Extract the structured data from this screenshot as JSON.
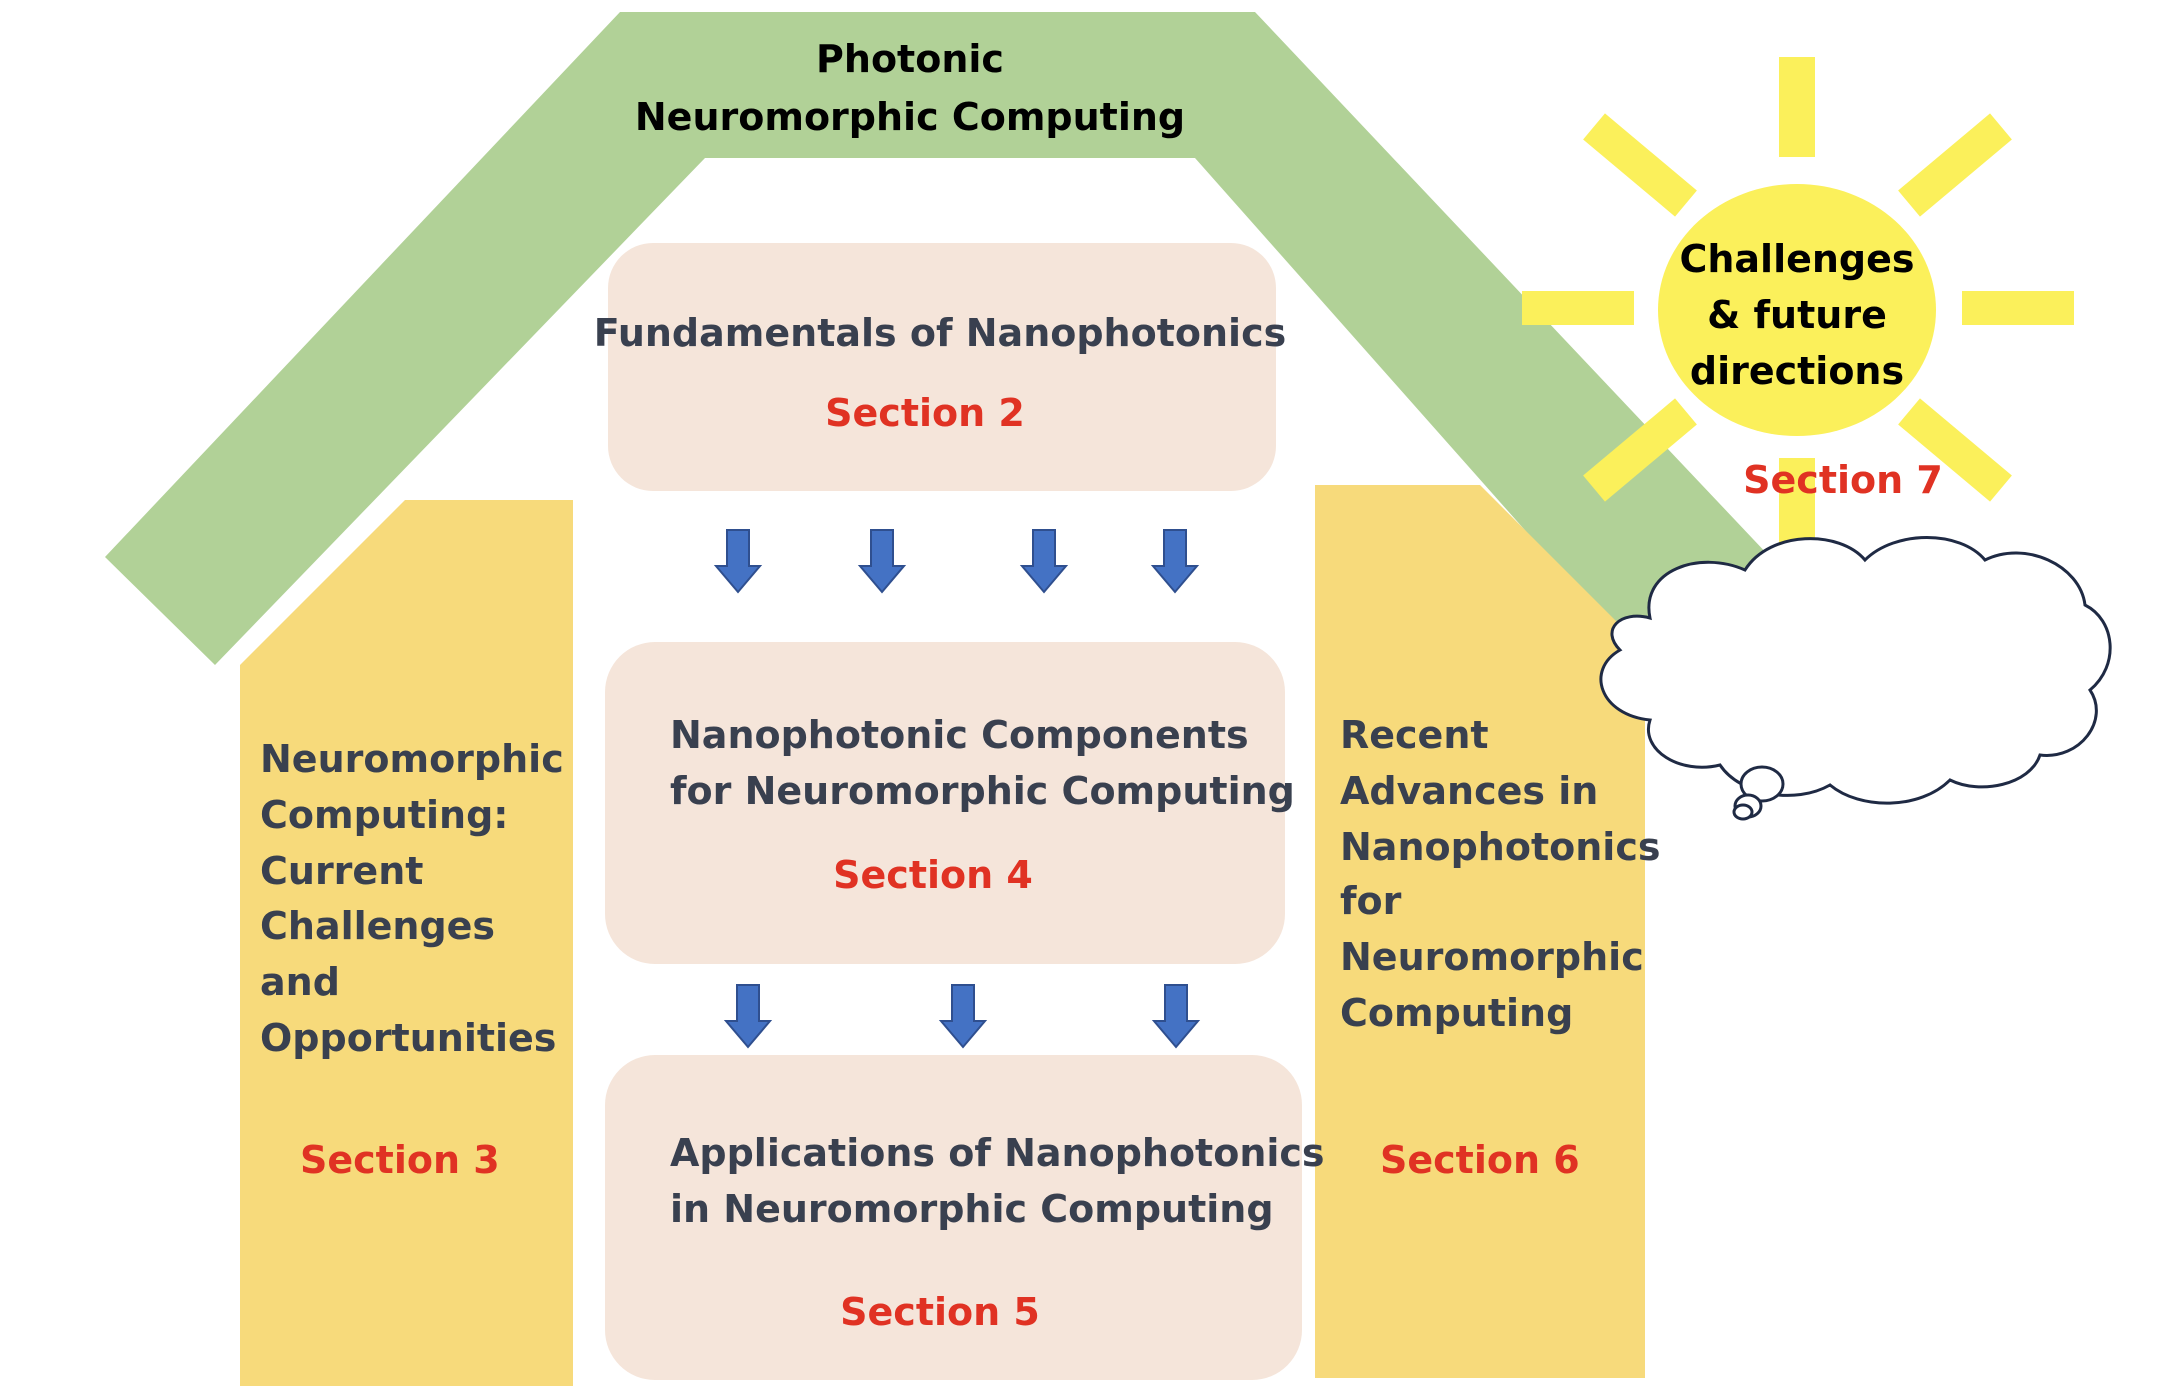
{
  "roof": {
    "title_line1": "Photonic",
    "title_line2": "Neuromorphic Computing",
    "color": "#b1d197"
  },
  "sun": {
    "label_line1": "Challenges",
    "label_line2": "& future",
    "label_line3": "directions",
    "section": "Section 7",
    "color": "#fbf05b",
    "ray_color": "#fbf05b"
  },
  "left_pillar": {
    "lines": [
      "Neuromorphic",
      "Computing:",
      "Current",
      "Challenges",
      "and",
      "Opportunities"
    ],
    "section": "Section 3",
    "color": "#f7da7b"
  },
  "right_pillar": {
    "lines": [
      "Recent",
      "Advances in",
      "Nanophotonics",
      "for",
      "Neuromorphic",
      "Computing"
    ],
    "section": "Section 6",
    "color": "#f7da7b"
  },
  "box_top": {
    "lines": [
      "Fundamentals of Nanophotonics"
    ],
    "section": "Section 2",
    "color": "#f5e5da"
  },
  "box_middle": {
    "lines": [
      "Nanophotonic Components",
      "for Neuromorphic Computing"
    ],
    "section": "Section 4",
    "color": "#f5e5da"
  },
  "box_bottom": {
    "lines": [
      "Applications of Nanophotonics",
      "in Neuromorphic Computing"
    ],
    "section": "Section 5",
    "color": "#f5e5da"
  },
  "colors": {
    "body_text": "#39404f",
    "section_text": "#e03223",
    "arrow_fill": "#4472c4",
    "arrow_stroke": "#2f4f8f",
    "cloud_stroke": "#1f2a44"
  }
}
